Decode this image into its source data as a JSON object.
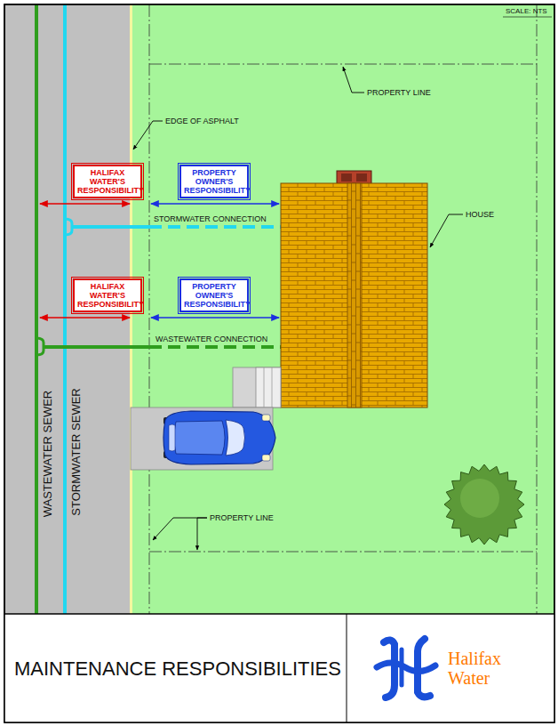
{
  "diagram": {
    "title": "MAINTENANCE RESPONSIBILITIES",
    "nodes": [
      {
        "text": [
          "HALIFAX WATER'S RESPONSIBILITY"
        ]
      },
      {
        "text": [
          "PROPERTY OWNER'S RESPONSIBILITY"
        ]
      },
      {
        "text": [
          "HALIFAX WATER'S RESPONSIBILITY"
        ]
      },
      {
        "text": [
          "PROPERTY OWNER'S RESPONSIBILITY"
        ]
      }
    ],
    "labels": [
      "SCALE: NTS",
      "PROPERTY LINE",
      "EDGE OF ASPHALT",
      "STORMWATER CONNECTION",
      "HOUSE",
      "WASTEWATER CONNECTION",
      "STORMWATER SEWER",
      "WASTEWATER SEWER",
      "PROPERTY LINE",
      "Halifax Water"
    ]
  }
}
